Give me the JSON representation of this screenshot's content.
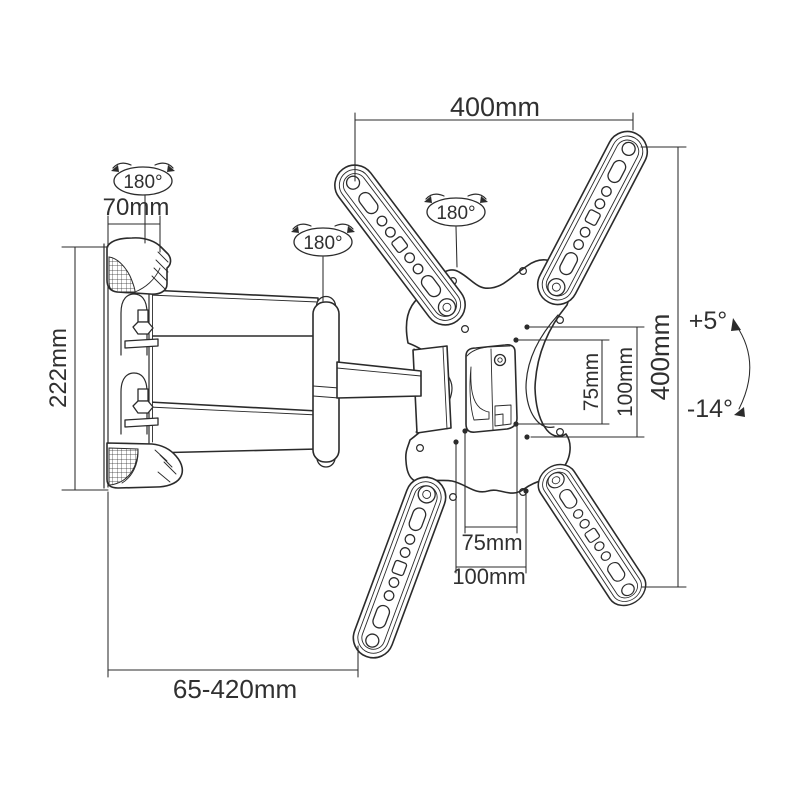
{
  "meta": {
    "title": "Articulating TV wall-mount bracket — dimensioned technical line drawing",
    "background": "#ffffff",
    "line_color": "#2b2b2b",
    "text_color": "#303030"
  },
  "labels": {
    "top_width": "400mm",
    "right_height": "400mm",
    "wall_plate_width": "70mm",
    "wall_plate_height": "222mm",
    "arm_extension": "65-420mm",
    "tilt_up": "+5°",
    "tilt_down": "-14°",
    "swivel_wall_plate": "180°",
    "swivel_elbow": "180°",
    "swivel_vesa_plate": "180°",
    "vesa_vertical_75": "75mm",
    "vesa_vertical_100": "100mm",
    "vesa_horizontal_75": "75mm",
    "vesa_horizontal_100": "100mm"
  }
}
